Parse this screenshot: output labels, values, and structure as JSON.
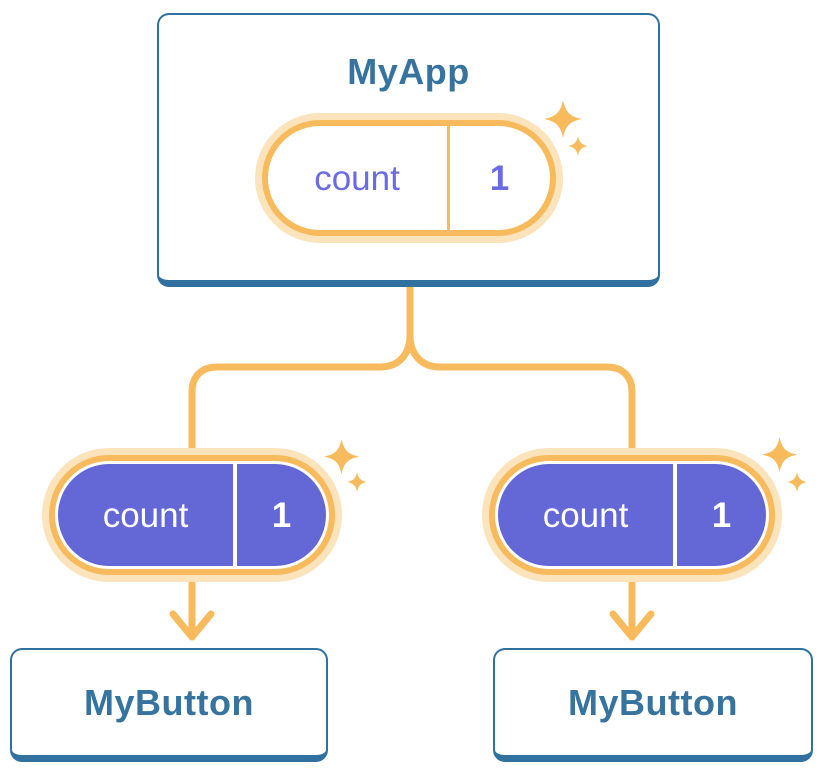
{
  "colors": {
    "card_border_blue": "#30719F",
    "title_blue": "#36749F",
    "pill_orange": "#F7BB5D",
    "pill_halo": "#FBE3BC",
    "pill_purple": "#6468D6",
    "state_text_indigo": "#6A6AE4",
    "pill_text_white": "#FFFFFF",
    "background": "#FFFFFF"
  },
  "tree": {
    "root": {
      "title": "MyApp",
      "state_pill": {
        "style": "outline",
        "label": "count",
        "value": "1"
      }
    },
    "children": [
      {
        "title": "MyButton",
        "prop_pill": {
          "style": "filled",
          "label": "count",
          "value": "1"
        }
      },
      {
        "title": "MyButton",
        "prop_pill": {
          "style": "filled",
          "label": "count",
          "value": "1"
        }
      }
    ]
  }
}
